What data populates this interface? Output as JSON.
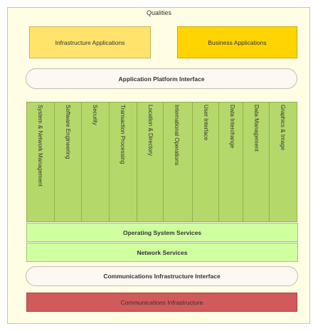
{
  "diagram": {
    "title": "Qualities",
    "applications": {
      "infrastructure": "Infrastructure Applications",
      "business": "Business Applications"
    },
    "application_platform_interface": "Application Platform Interface",
    "services": [
      "System & Network Management",
      "Software Engineering",
      "Security",
      "Transaction Processing",
      "Location & Directory",
      "International Operations",
      "User Interface",
      "Data Interchange",
      "Data Management",
      "Graphics & Image"
    ],
    "operating_system_services": "Operating System Services",
    "network_services": "Network Services",
    "communications_infrastructure_interface": "Communications Infrastructure Interface",
    "communications_infrastructure": "Communications Infrastructure"
  },
  "colors": {
    "frame": "#fffde4",
    "infrastructure_applications": "#ffe36b",
    "business_applications": "#ffd400",
    "services": "#b4d86a",
    "platform_services": "#cfff9f",
    "communications_infrastructure": "#d15a5a"
  }
}
